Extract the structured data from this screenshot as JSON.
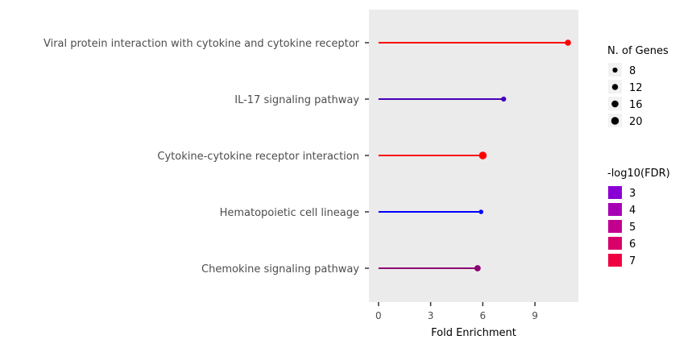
{
  "chart_data": {
    "type": "lollipop",
    "categories": [
      "Viral protein interaction with cytokine and cytokine receptor",
      "IL-17 signaling pathway",
      "Cytokine-cytokine receptor interaction",
      "Hematopoietic cell lineage",
      "Chemokine signaling pathway"
    ],
    "fold_enrichment": [
      10.9,
      7.2,
      6.0,
      5.9,
      5.7
    ],
    "n_genes": [
      12,
      8,
      20,
      6,
      13
    ],
    "neg_log10_fdr": [
      7.0,
      3.0,
      7.0,
      1.5,
      4.5
    ],
    "xlabel": "Fold Enrichment",
    "x_ticks": [
      0,
      3,
      6,
      9
    ],
    "xlim": [
      -0.55,
      11.5
    ],
    "grid": false,
    "panel_background": "#ebebeb",
    "size_legend": {
      "title": "N. of Genes",
      "values": [
        8,
        12,
        16,
        20
      ]
    },
    "color_legend": {
      "title": "-log10(FDR)",
      "values": [
        3,
        4,
        5,
        6,
        7
      ],
      "colors": [
        "#8a00d4",
        "#a700b4",
        "#c20090",
        "#d9006a",
        "#ef0040"
      ]
    },
    "color_scale": {
      "low_value": 1.5,
      "low_color": "#0000ff",
      "high_value": 7,
      "high_color": "#ff0000"
    }
  }
}
